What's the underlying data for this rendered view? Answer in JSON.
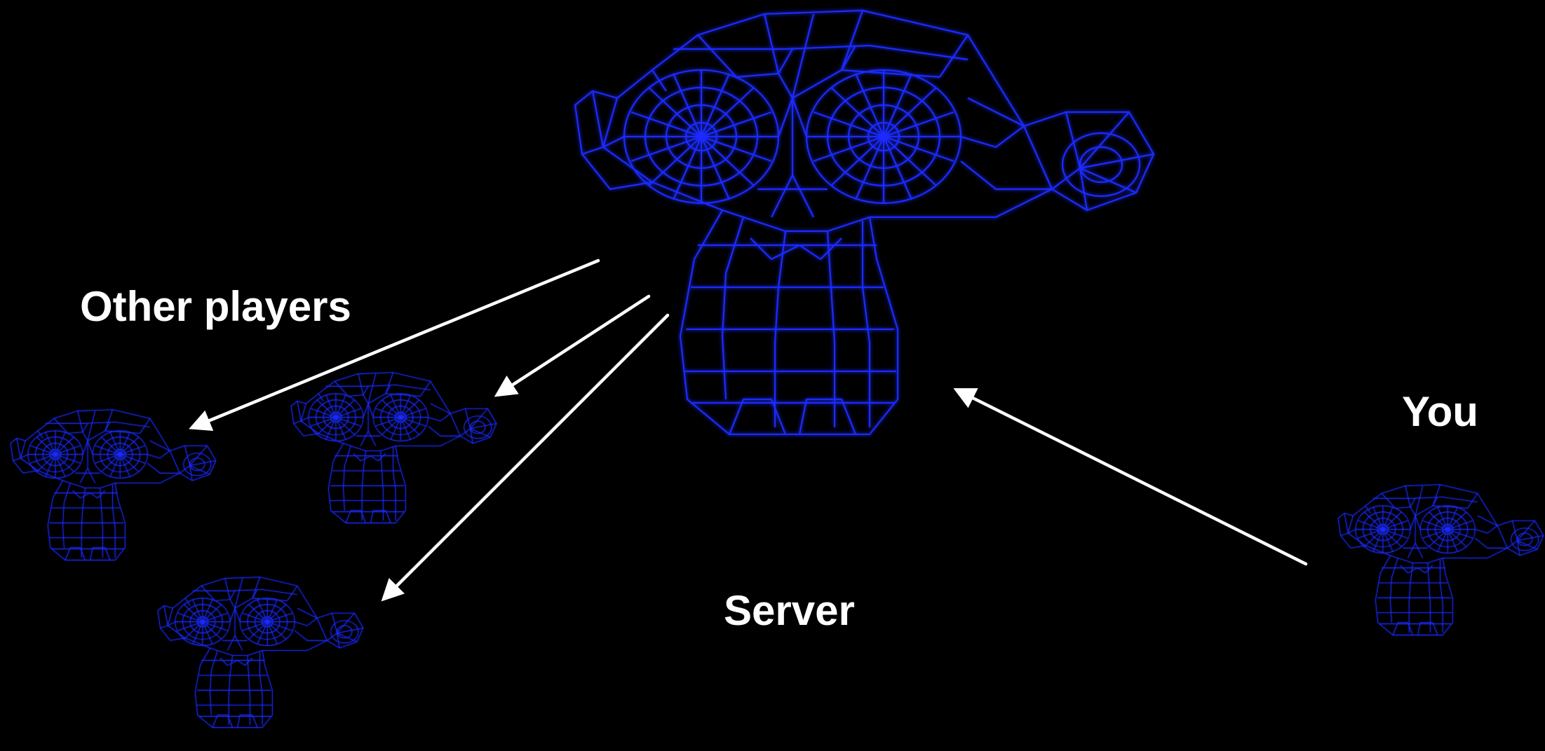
{
  "labels": {
    "other_players": "Other players",
    "you": "You",
    "server": "Server"
  },
  "colors": {
    "background": "#000000",
    "mesh": "#1a2bff",
    "mesh_glow": "#0a14ff",
    "arrow": "#ffffff",
    "text": "#ffffff"
  },
  "icons": {
    "monkey": "wireframe-monkey-head-icon"
  }
}
